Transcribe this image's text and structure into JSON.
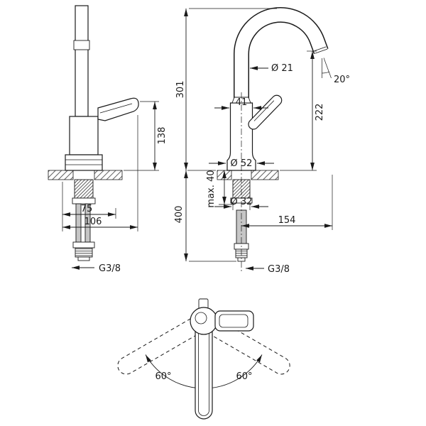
{
  "page": {
    "background": "#ffffff",
    "line_color": "#1a1a1a",
    "description": "Technical dimension drawing of a single-lever basin mixer with swivel spout, three views"
  },
  "views": {
    "side": {
      "dim_height": "138",
      "dim_reach_small": "75",
      "dim_reach_large": "106",
      "thread": "G3/8"
    },
    "front": {
      "dim_total_height": "301",
      "dim_spout_diameter": "Ø 21",
      "dim_spout_angle": "20°",
      "dim_outlet_height": "222",
      "dim_body_width": "41",
      "dim_base_diameter": "Ø 52",
      "dim_max_counter": "max. 40",
      "dim_shank_diameter": "Ø 32",
      "dim_hose_length": "400",
      "dim_spout_reach": "154",
      "thread": "G3/8"
    },
    "top": {
      "dim_swivel_left": "60°",
      "dim_swivel_right": "60°"
    }
  }
}
